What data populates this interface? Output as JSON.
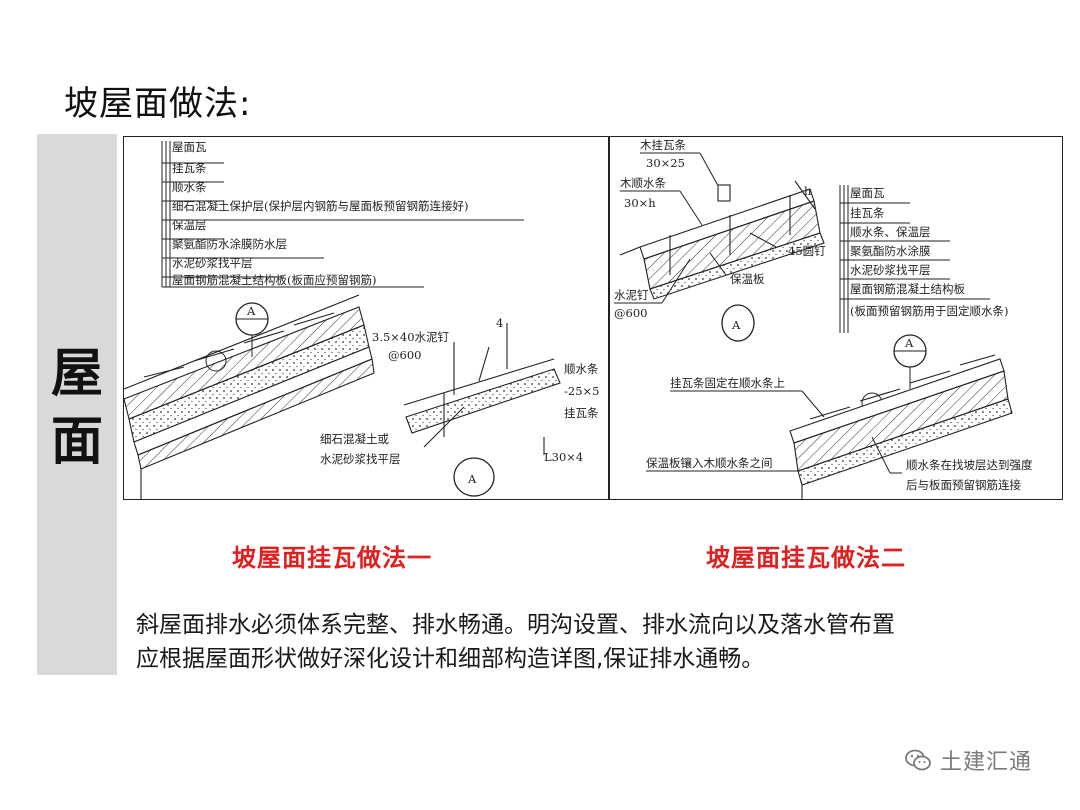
{
  "page": {
    "title": "坡屋面做法:"
  },
  "side": {
    "char1": "屋",
    "char2": "面"
  },
  "left_drawing": {
    "legend": [
      "屋面瓦",
      "挂瓦条",
      "顺水条",
      "细石混凝土保护层(保护层内钢筋与屋面板预留钢筋连接好)",
      "保温层",
      "聚氨酯防水涂膜防水层",
      "水泥砂浆找平层",
      "屋面钢筋混凝土结构板(板面应预留钢筋)"
    ],
    "callout": "A",
    "nail": "3.5×40水泥钉",
    "nail_spacing": "@600",
    "dim_4": "4",
    "batten_label": "顺水条",
    "batten_size": "-25×5",
    "tile_batten": "挂瓦条",
    "angle_size": "L30×4",
    "screed_1": "细石混凝土或",
    "screed_2": "水泥砂浆找平层"
  },
  "right_drawing": {
    "wood_tile_batten": "木挂瓦条",
    "wood_tile_size": "30×25",
    "wood_batten": "木顺水条",
    "wood_batten_size": "30×h",
    "dim_h": "h",
    "nail_45": "45圆钉",
    "insulation_board": "保温板",
    "cement_nail": "水泥钉",
    "cement_nail_spacing": "@600",
    "callout": "A",
    "legend": [
      "屋面瓦",
      "挂瓦条",
      "顺水条、保温层",
      "聚氨酯防水涂膜",
      "水泥砂浆找平层",
      "屋面钢筋混凝土结构板",
      "(板面预留钢筋用于固定顺水条)"
    ],
    "note_fix": "挂瓦条固定在顺水条上",
    "note_embed": "保温板镶入木顺水条之间",
    "note_strength_1": "顺水条在找坡层达到强度",
    "note_strength_2": "后与板面预留钢筋连接"
  },
  "captions": {
    "left": "坡屋面挂瓦做法一",
    "right": "坡屋面挂瓦做法二"
  },
  "body": {
    "line1": "斜屋面排水必须体系完整、排水畅通。明沟设置、排水流向以及落水管布置",
    "line2": "应根据屋面形状做好深化设计和细部构造详图,保证排水通畅。"
  },
  "watermark": {
    "text": "土建汇通",
    "icon": "wechat-icon"
  }
}
